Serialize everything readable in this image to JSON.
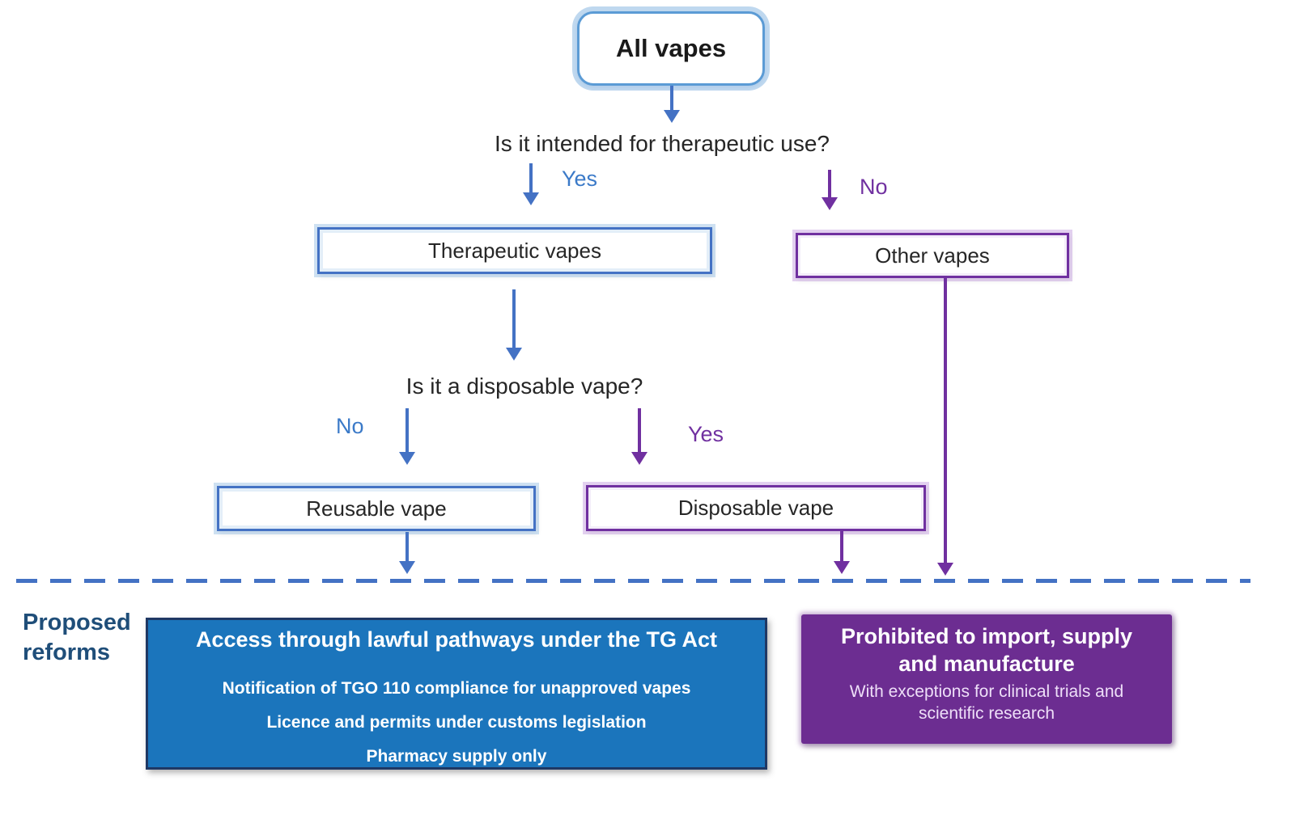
{
  "flowchart": {
    "root": {
      "label": "All vapes"
    },
    "question1": {
      "text": "Is it intended for therapeutic use?",
      "yes_label": "Yes",
      "no_label": "No"
    },
    "nodes": {
      "therapeutic": "Therapeutic vapes",
      "other": "Other vapes",
      "reusable": "Reusable vape",
      "disposable": "Disposable vape"
    },
    "question2": {
      "text": "Is it a disposable vape?",
      "no_label": "No",
      "yes_label": "Yes"
    },
    "section_label": "Proposed reforms",
    "blue_outcome": {
      "title": "Access through lawful pathways under the TG Act",
      "items": [
        "Notification of TGO 110 compliance for unapproved vapes",
        "Licence and permits under customs legislation",
        "Pharmacy supply only"
      ]
    },
    "purple_outcome": {
      "title": "Prohibited to import, supply and manufacture",
      "subtitle": "With exceptions for clinical trials and scientific research"
    },
    "colors": {
      "blue_branch": "#4472C4",
      "blue_glow": "#9DC3E6",
      "purple_branch": "#7030A0",
      "blue_outcome_fill": "#1B75BC",
      "blue_outcome_border": "#1F3864",
      "purple_outcome_fill": "#6C2D91",
      "section_label_color": "#1F4E79",
      "text_color": "#262626"
    }
  }
}
